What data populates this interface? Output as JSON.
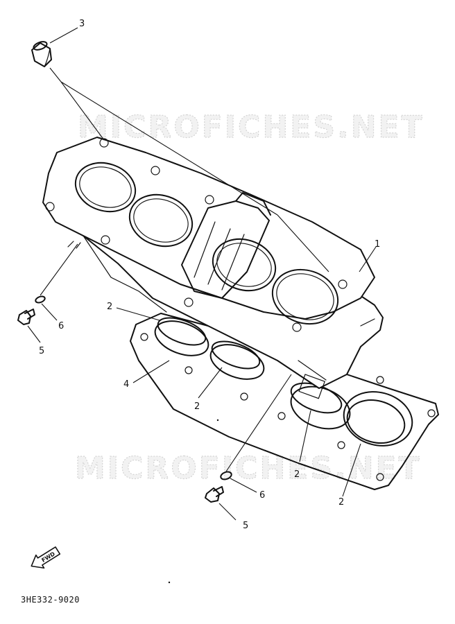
{
  "watermarks": [
    "MICROFICHES.NET",
    "MICROFICHES.NET"
  ],
  "callouts": {
    "cylinder": "1",
    "sleeve_top_left": "2",
    "sleeve_mid_left": "2",
    "sleeve_mid_right": "2",
    "sleeve_right": "2",
    "dowel_pin": "3",
    "gasket": "4",
    "bolt_left": "5",
    "bolt_bottom": "5",
    "washer_left": "6",
    "washer_bottom": "6"
  },
  "forward_marker": "FWD",
  "drawing_number": "3HE332-9020"
}
